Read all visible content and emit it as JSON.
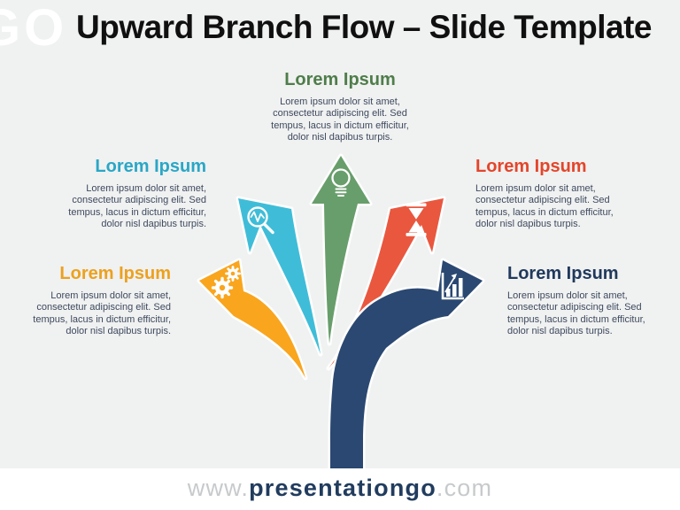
{
  "slide": {
    "title": "Upward Branch Flow – Slide Template",
    "logo_fragment": "GO",
    "background_color": "#f0f1f1",
    "footer": {
      "prefix": "www.",
      "brand": "presentationgo",
      "suffix": ".com"
    }
  },
  "colors": {
    "body_text": "#3e4a5e",
    "footer_dim": "#c7cacc",
    "footer_brand": "#213c5e",
    "white_gap": "#ffffff"
  },
  "branches": [
    {
      "position": "top-center",
      "heading": "Lorem Ipsum",
      "heading_color": "#4e7d4a",
      "arrow_color": "#689e6b",
      "icon": "lightbulb",
      "body": "Lorem ipsum dolor sit amet, consectetur adipiscing elit. Sed tempus, lacus in dictum efficitur, dolor nisl dapibus turpis."
    },
    {
      "position": "upper-left",
      "heading": "Lorem Ipsum",
      "heading_color": "#29a7c6",
      "arrow_color": "#3fbdd8",
      "icon": "magnifier-pulse",
      "body": "Lorem ipsum dolor sit amet, consectetur adipiscing elit. Sed tempus, lacus in dictum efficitur, dolor nisl dapibus turpis."
    },
    {
      "position": "upper-right",
      "heading": "Lorem Ipsum",
      "heading_color": "#e4452a",
      "arrow_color": "#e9573f",
      "icon": "hourglass",
      "body": "Lorem ipsum dolor sit amet, consectetur adipiscing elit. Sed tempus, lacus in dictum efficitur, dolor nisl dapibus turpis."
    },
    {
      "position": "lower-left",
      "heading": "Lorem Ipsum",
      "heading_color": "#eca11e",
      "arrow_color": "#f9a51d",
      "icon": "gears",
      "body": "Lorem ipsum dolor sit amet, consectetur adipiscing elit. Sed tempus, lacus in dictum efficitur, dolor nisl dapibus turpis."
    },
    {
      "position": "lower-right",
      "heading": "Lorem Ipsum",
      "heading_color": "#20395c",
      "arrow_color": "#2a4871",
      "icon": "bar-chart",
      "body": "Lorem ipsum dolor sit amet, consectetur adipiscing elit. Sed tempus, lacus in dictum efficitur, dolor nisl dapibus turpis."
    }
  ]
}
